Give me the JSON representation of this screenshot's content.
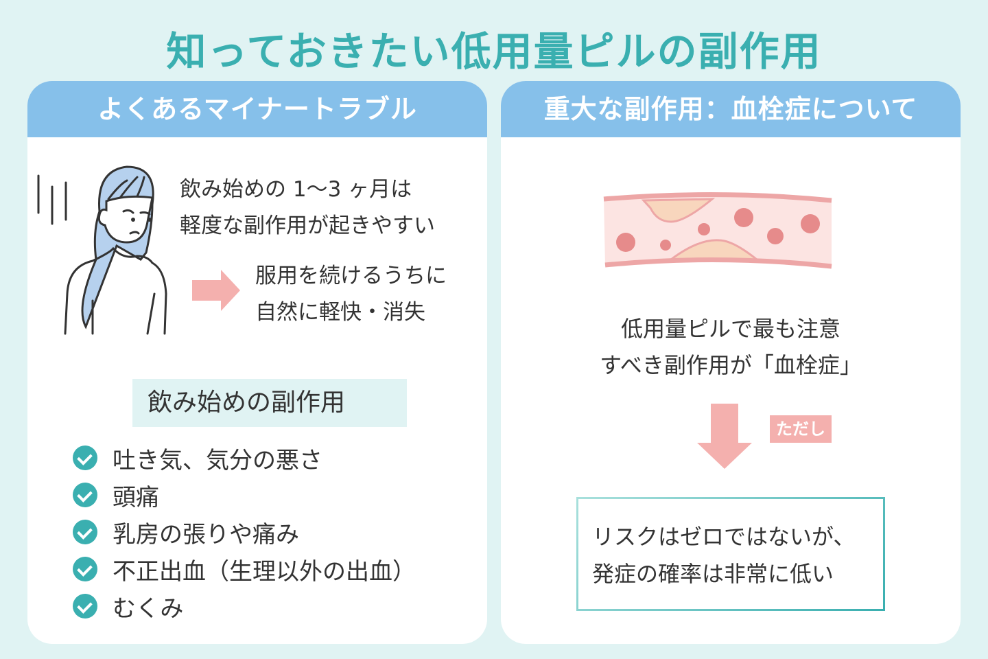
{
  "title": "知っておきたい低用量ピルの副作用",
  "left": {
    "header": "よくあるマイナートラブル",
    "intro": [
      "飲み始めの 1〜3 ヶ月は",
      "軽度な副作用が起きやすい"
    ],
    "outcome": [
      "服用を続けるうちに",
      "自然に軽快・消失"
    ],
    "list_title": "飲み始めの副作用",
    "items": [
      "吐き気、気分の悪さ",
      "頭痛",
      "乳房の張りや痛み",
      "不正出血（生理以外の出血）",
      "むくみ"
    ]
  },
  "right": {
    "header": "重大な副作用：血栓症について",
    "caption": [
      "低用量ピルで最も注意",
      "すべき副作用が「血栓症」"
    ],
    "badge": "ただし",
    "risk": [
      "リスクはゼロではないが、",
      "発症の確率は非常に低い"
    ]
  },
  "colors": {
    "accent": "#3aafb0",
    "header": "#86c0ea",
    "arrow": "#f4b0ae"
  }
}
